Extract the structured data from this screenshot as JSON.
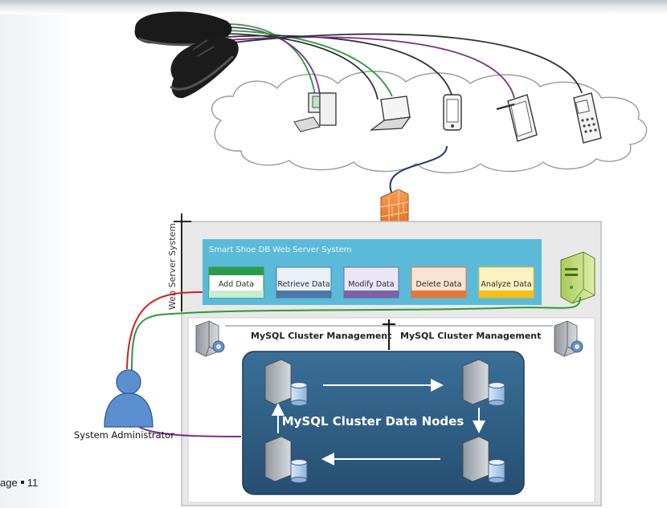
{
  "footer": {
    "page_prefix": "age",
    "page_number": "11"
  },
  "web_server_label": "Web Server System",
  "system_title": "Smart Shoe DB Web Server System",
  "buttons": [
    {
      "label": "Add Data",
      "color": "#2e9a4e"
    },
    {
      "label": "Retrieve Data",
      "color": "#4a78a8"
    },
    {
      "label": "Modify Data",
      "color": "#7a63a8"
    },
    {
      "label": "Delete Data",
      "color": "#e2783a"
    },
    {
      "label": "Analyze Data",
      "color": "#f2c020"
    }
  ],
  "cluster": {
    "mgmt_left": "MySQL Cluster Management",
    "mgmt_right": "MySQL Cluster Management",
    "data_nodes_label": "MySQL Cluster Data Nodes"
  },
  "admin_label": "System Administrator",
  "colors": {
    "link_green": "#2a9a3a",
    "link_purple": "#7b2d8e",
    "link_red": "#d42020",
    "link_navy": "#1f3a6e",
    "panel_blue": "#5bbad8",
    "cluster_blue": "#2f5f86",
    "person_blue": "#5b8fd0"
  }
}
